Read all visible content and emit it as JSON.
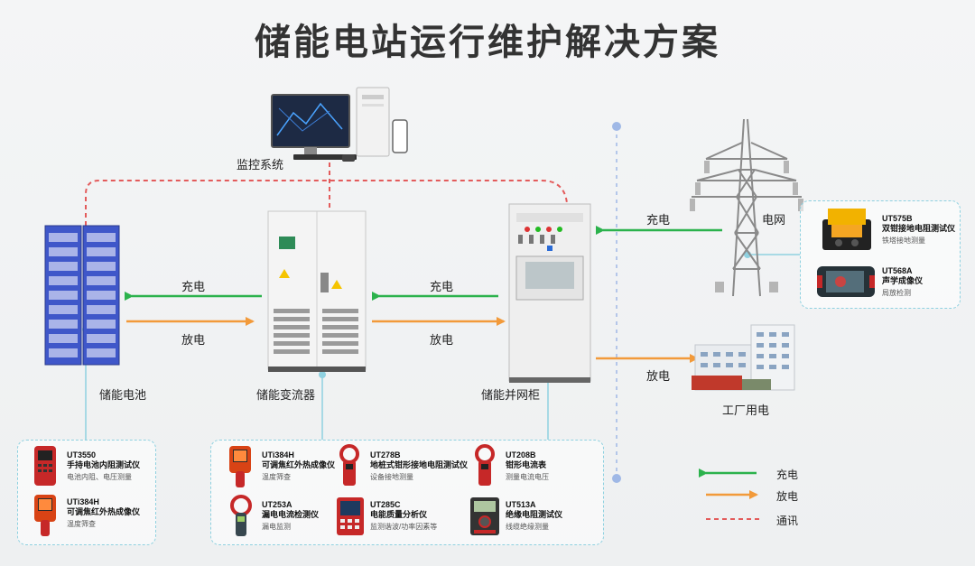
{
  "title": "储能电站运行维护解决方案",
  "nodes": {
    "monitor": "监控系统",
    "battery": "储能电池",
    "converter": "储能变流器",
    "cabinet": "储能并网柜",
    "grid": "电网",
    "factory": "工厂用电"
  },
  "flows": {
    "charge_1": "充电",
    "discharge_1": "放电",
    "charge_2": "充电",
    "discharge_2": "放电",
    "charge_3": "充电",
    "discharge_3": "放电"
  },
  "products": {
    "battery": [
      {
        "model": "UT3550",
        "name": "手持电池内阻测试仪",
        "desc": "电池内阻、电压测量"
      },
      {
        "model": "UTi384H",
        "name": "可调焦红外热成像仪",
        "desc": "温度筛查"
      }
    ],
    "middle": [
      {
        "model": "UTi384H",
        "name": "可调焦红外热成像仪",
        "desc": "温度筛查"
      },
      {
        "model": "UT278B",
        "name": "地桩式钳形接地电阻测试仪",
        "desc": "设备接地测量"
      },
      {
        "model": "UT208B",
        "name": "钳形电流表",
        "desc": "测量电流电压"
      },
      {
        "model": "UT253A",
        "name": "漏电电流检测仪",
        "desc": "漏电监测"
      },
      {
        "model": "UT285C",
        "name": "电能质量分析仪",
        "desc": "监测谐波/功率因素等"
      },
      {
        "model": "UT513A",
        "name": "绝缘电阻测试仪",
        "desc": "线缆绝缘测量"
      }
    ],
    "grid": [
      {
        "model": "UT575B",
        "name": "双钳接地电阻测试仪",
        "desc": "铁塔接地测量"
      },
      {
        "model": "UT568A",
        "name": "声学成像仪",
        "desc": "局放检测"
      }
    ]
  },
  "legend": {
    "charge": "充电",
    "discharge": "放电",
    "comm": "通讯"
  },
  "colors": {
    "charge": "#2bb24c",
    "discharge": "#f29a3a",
    "comm": "#e35b5b",
    "connector": "#8fd1e0"
  }
}
